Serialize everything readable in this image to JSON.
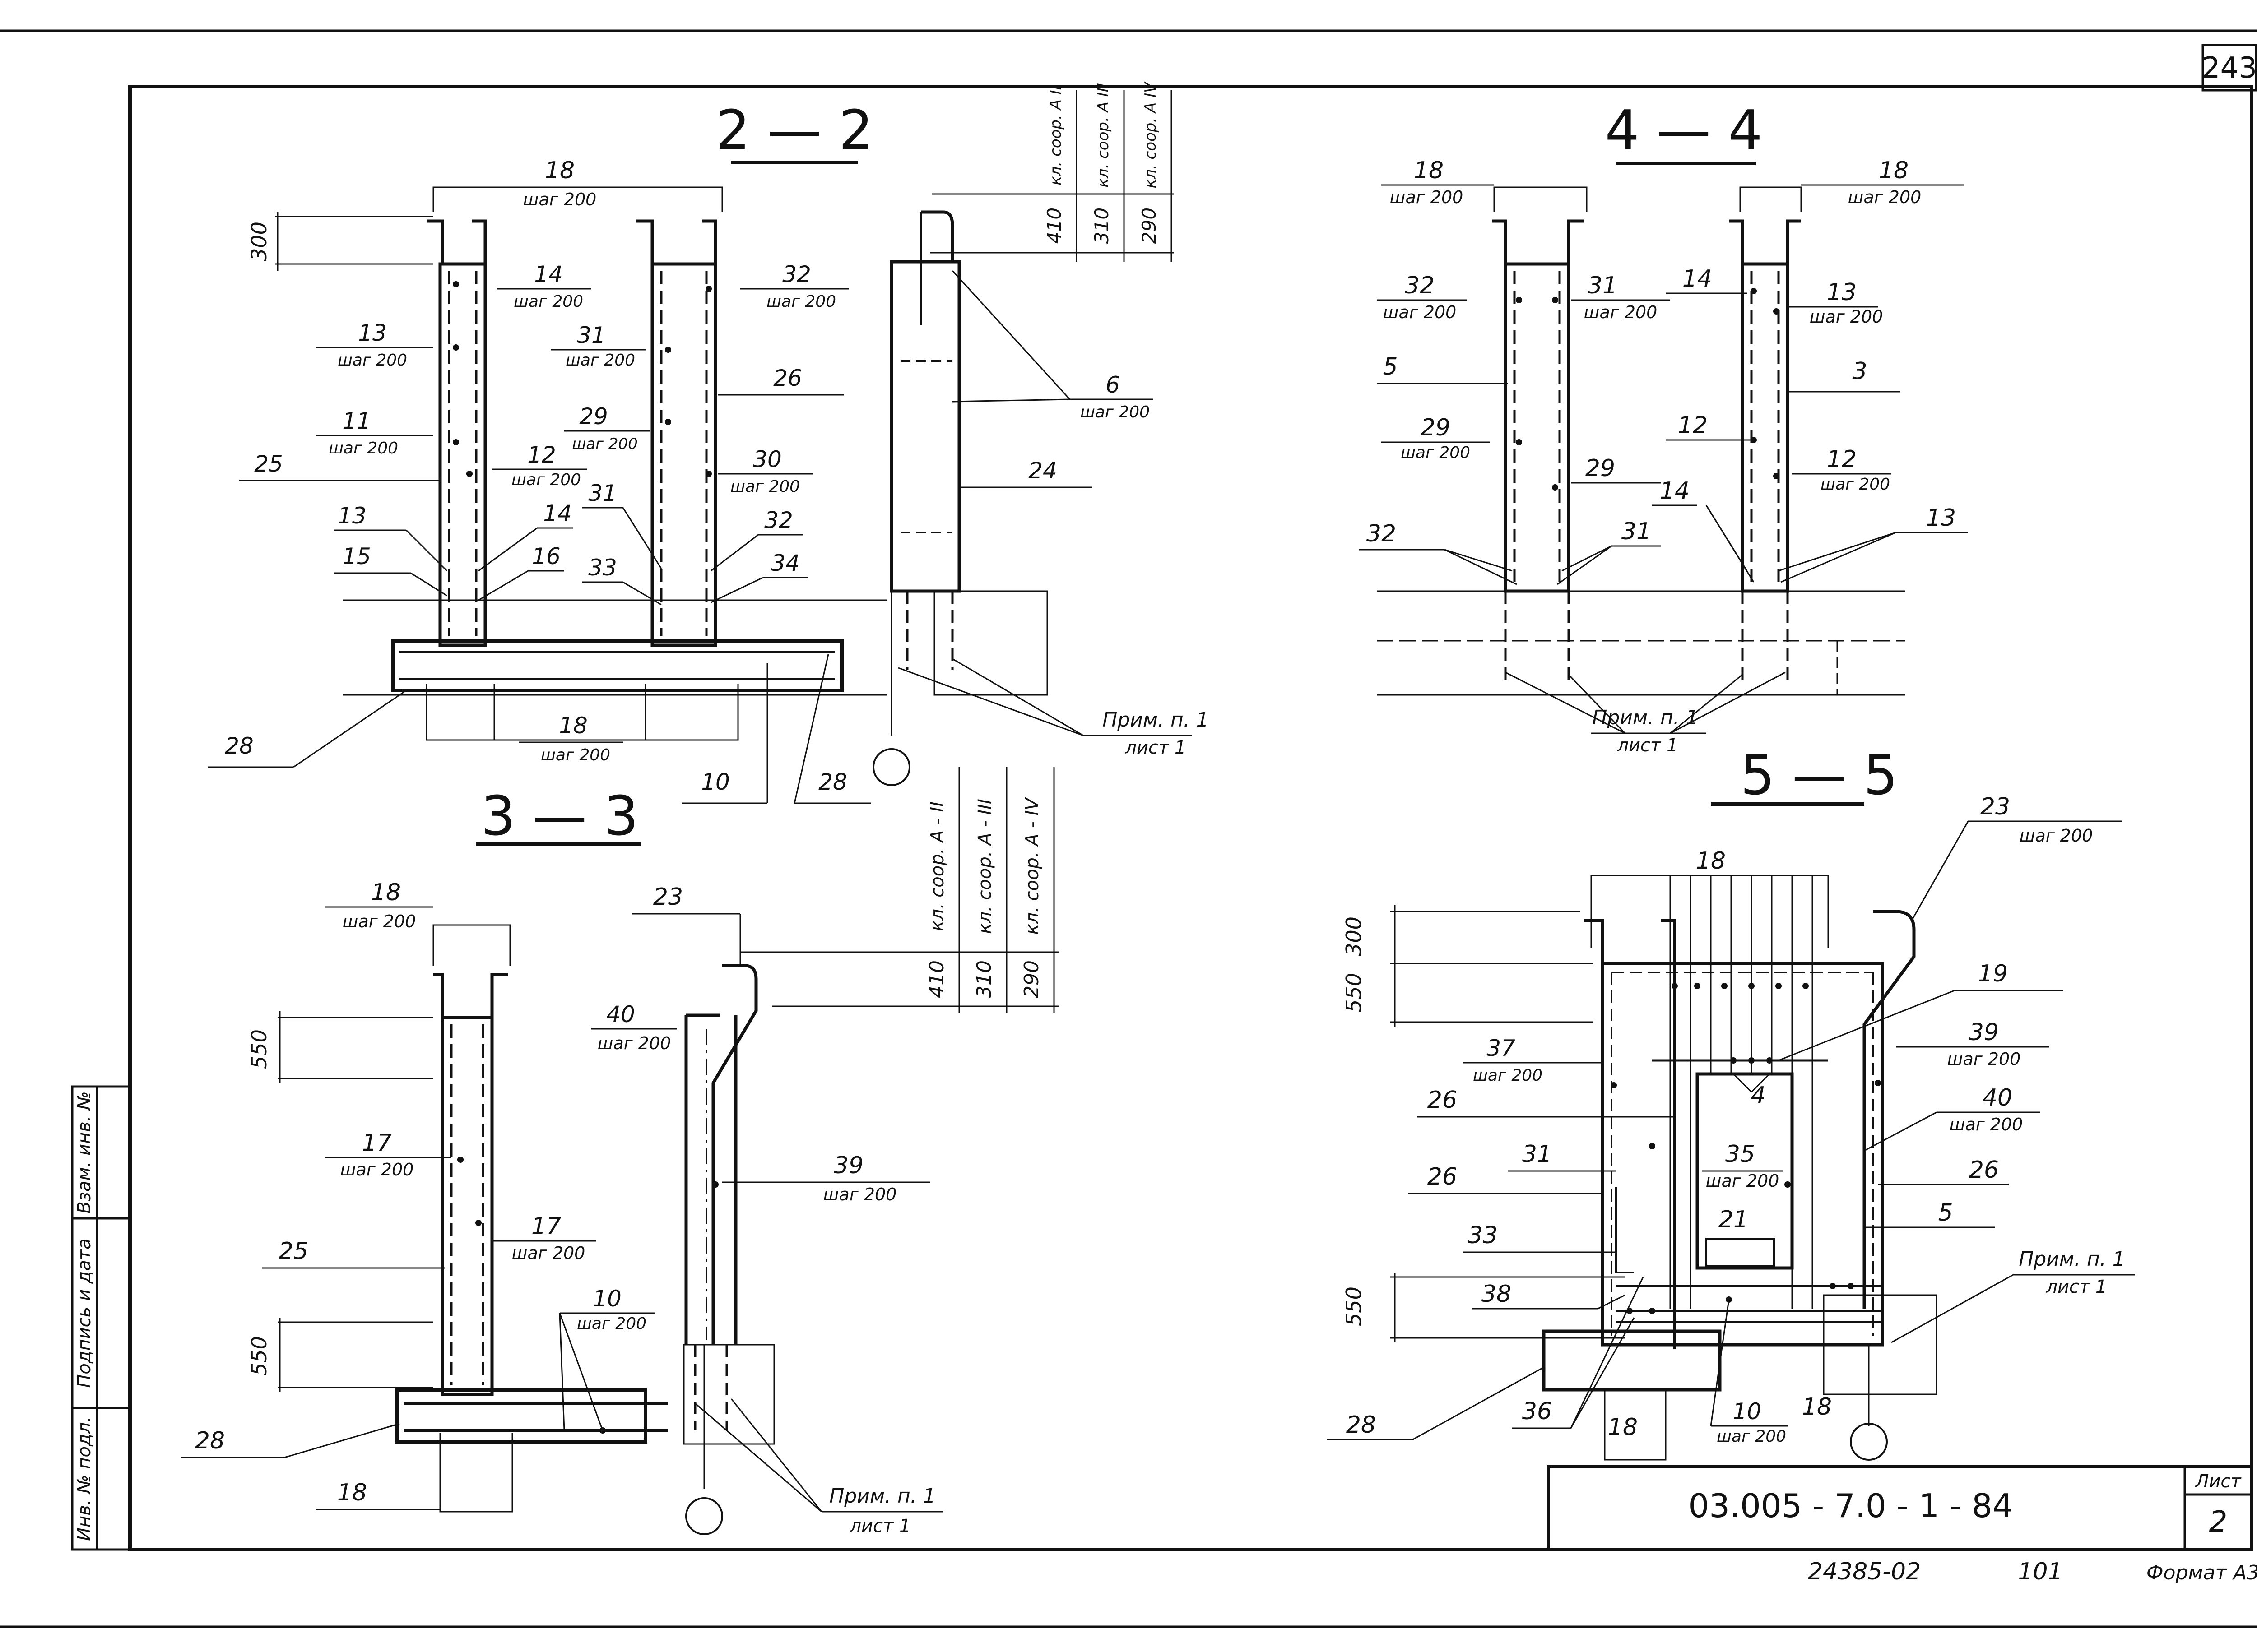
{
  "sheet": {
    "page_number": "243",
    "doc_code": "03.005 - 7.0 - 1 - 84",
    "list_header": "Лист",
    "list_number": "2",
    "archive_code": "24385-02",
    "archive_num": "101",
    "format": "Формат А3",
    "stamp_inv": "Инв. № подл.",
    "stamp_sign": "Подпись и дата",
    "stamp_vzam": "Взам. инв. №"
  },
  "sections": {
    "s22": "2 — 2",
    "s33": "3 — 3",
    "s44": "4 — 4",
    "s55": "5 — 5"
  },
  "common": {
    "step": "шаг 200",
    "note": "Прим. п. 1",
    "note_sheet": "лист 1"
  },
  "class_table": {
    "s22_headers": [
      "кл. соор. А II",
      "кл. соор. А III",
      "кл. соор. А IV"
    ],
    "s33_headers": [
      "кл. соор. А - II",
      "кл. соор. А - III",
      "кл. соор. А - IV"
    ],
    "values": [
      "410",
      "310",
      "290"
    ]
  },
  "dims": {
    "d300": "300",
    "d550": "550"
  },
  "labels": {
    "s22": [
      "18",
      "14",
      "32",
      "13",
      "31",
      "26",
      "11",
      "29",
      "12",
      "30",
      "25",
      "31",
      "13",
      "14",
      "32",
      "15",
      "16",
      "33",
      "34",
      "18",
      "6",
      "24",
      "28",
      "10",
      "28"
    ],
    "s33": [
      "18",
      "17",
      "17",
      "25",
      "10",
      "28",
      "18",
      "23",
      "40",
      "39"
    ],
    "s44": [
      "18",
      "18",
      "32",
      "31",
      "14",
      "13",
      "5",
      "3",
      "29",
      "12",
      "12",
      "29",
      "14",
      "32",
      "31",
      "13"
    ],
    "s55": [
      "18",
      "23",
      "19",
      "39",
      "37",
      "4",
      "26",
      "40",
      "31",
      "35",
      "26",
      "26",
      "5",
      "33",
      "21",
      "38",
      "28",
      "36",
      "18",
      "10",
      "18"
    ]
  }
}
